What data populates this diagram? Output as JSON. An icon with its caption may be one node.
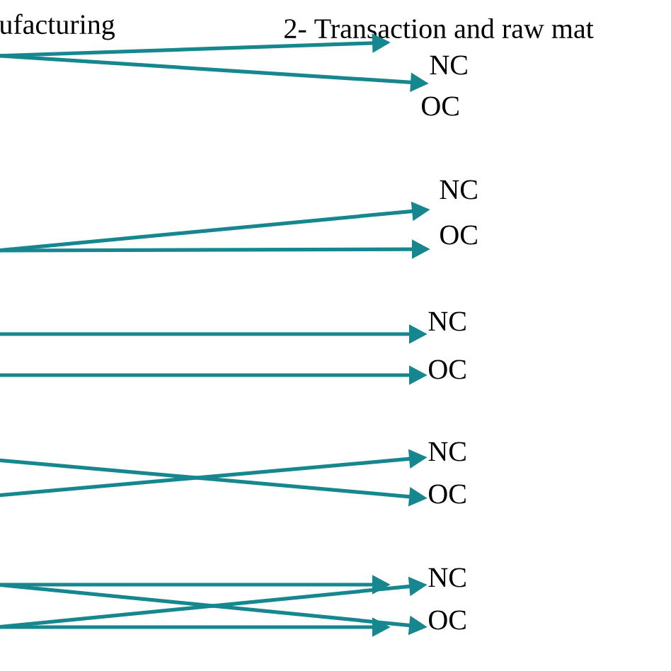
{
  "diagram": {
    "nodes": [
      {
        "text": [
          "ufacturing"
        ]
      },
      {
        "text": [
          "2- Transaction and raw mat"
        ]
      },
      {
        "text": [
          "NC"
        ]
      },
      {
        "text": [
          "OC"
        ]
      },
      {
        "text": [
          "NC"
        ]
      },
      {
        "text": [
          "OC"
        ]
      },
      {
        "text": [
          "NC"
        ]
      },
      {
        "text": [
          "OC"
        ]
      },
      {
        "text": [
          "NC"
        ]
      },
      {
        "text": [
          "OC"
        ]
      },
      {
        "text": [
          "NC"
        ]
      },
      {
        "text": [
          "OC"
        ]
      }
    ],
    "edges": [
      {
        "from": 0,
        "to": 1,
        "arrow": "to"
      },
      {
        "from": 0,
        "to": 2,
        "arrow": "to"
      },
      {
        "from": null,
        "to": 4,
        "arrow": "to"
      },
      {
        "from": null,
        "to": 5,
        "arrow": "to"
      },
      {
        "from": null,
        "to": 6,
        "arrow": "to"
      },
      {
        "from": null,
        "to": 7,
        "arrow": "to"
      },
      {
        "from": null,
        "to": 9,
        "arrow": "to"
      },
      {
        "from": null,
        "to": 8,
        "arrow": "to"
      },
      {
        "from": null,
        "to": 10,
        "arrow": "to"
      },
      {
        "from": null,
        "to": 11,
        "arrow": "to"
      },
      {
        "from": null,
        "to": 11,
        "arrow": "to"
      },
      {
        "from": null,
        "to": 10,
        "arrow": "to"
      }
    ]
  }
}
